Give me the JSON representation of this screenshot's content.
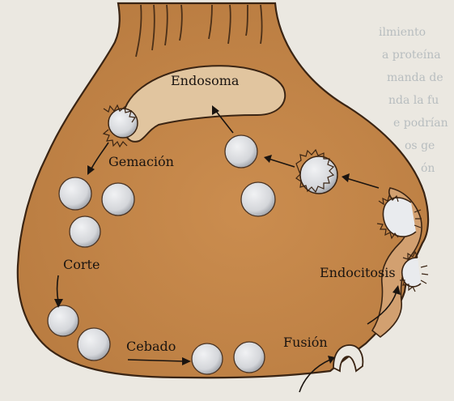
{
  "labels": {
    "endosoma": "Endosoma",
    "gemacion": "Gemación",
    "corte": "Corte",
    "cebado": "Cebado",
    "fusion": "Fusión",
    "endocitosis": "Endocitosis"
  },
  "colors": {
    "terminal_fill": "#c48548",
    "terminal_outline": "#3a2413",
    "vesicle_fill": "#dcdde0",
    "endosome_fill": "#e1c59f",
    "page_background": "#ebe8e1",
    "background_text": "#8e9aa4"
  }
}
